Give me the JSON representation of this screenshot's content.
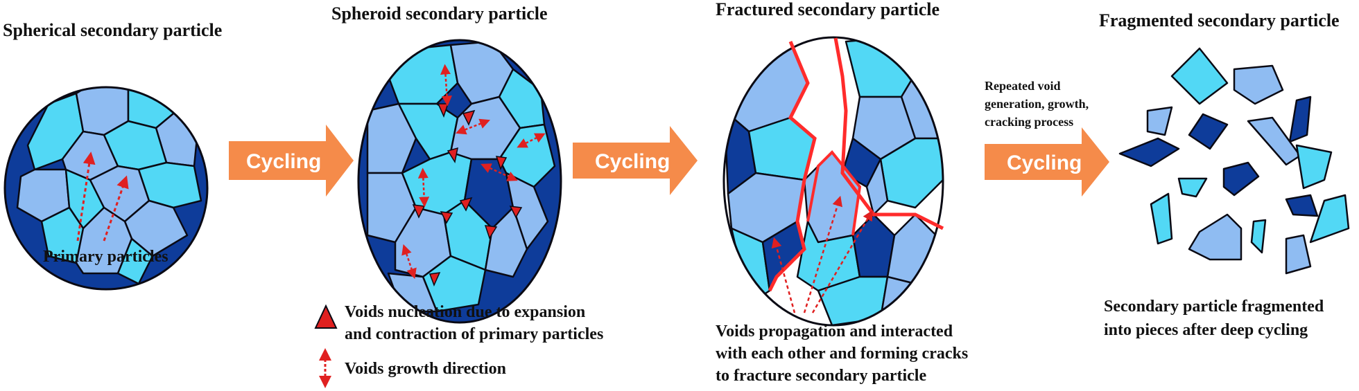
{
  "colors": {
    "dark_blue": "#0e3c9a",
    "light_blue": "#8fbcf2",
    "cyan": "#52d8f5",
    "arrow_orange": "#f58b4a",
    "void_red": "#e02020",
    "crack_red": "#ff2b2b"
  },
  "stages": [
    {
      "title": "Spherical secondary particle"
    },
    {
      "title": "Spheroid secondary particle"
    },
    {
      "title": "Fractured secondary particle"
    },
    {
      "title": "Fragmented secondary particle"
    }
  ],
  "arrows": [
    {
      "label": "Cycling"
    },
    {
      "label": "Cycling"
    },
    {
      "label": "Cycling",
      "note": [
        "Repeated void",
        "generation, growth,",
        "cracking process"
      ]
    }
  ],
  "annotations": {
    "primary_particles": "Primary particles",
    "voids_nucleation": [
      "Voids nucleation due to expansion",
      "and contraction of primary particles"
    ],
    "voids_growth": "Voids growth direction",
    "voids_propagation": [
      "Voids propagation and interacted",
      "with each other and forming cracks",
      "to fracture secondary particle"
    ],
    "fragmented": [
      "Secondary particle fragmented",
      "into pieces after deep cycling"
    ]
  },
  "icons": [
    "void-triangle-icon",
    "growth-arrow-icon",
    "cycling-arrow-icon"
  ]
}
